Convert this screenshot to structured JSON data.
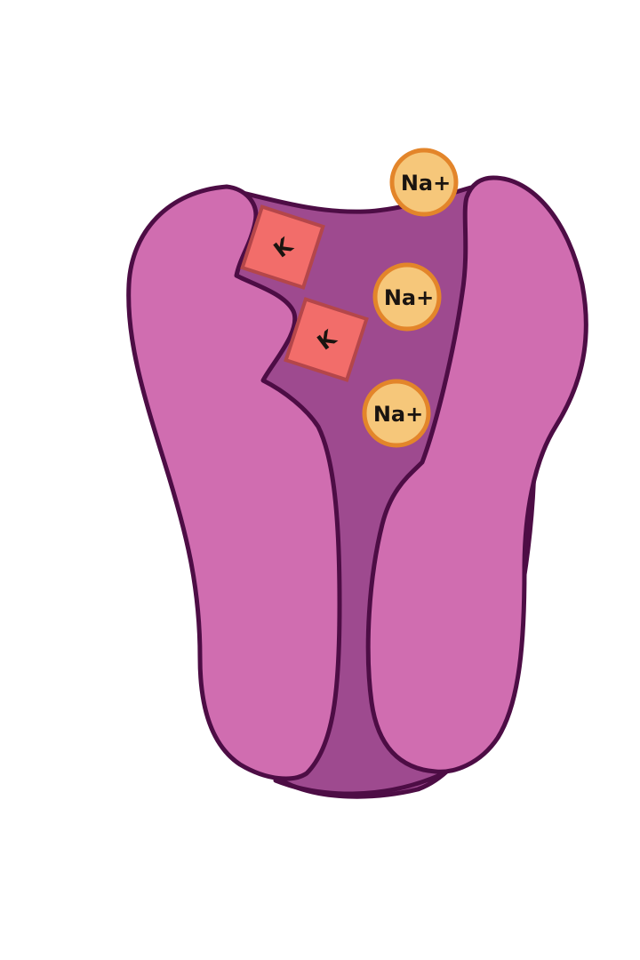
{
  "colors": {
    "background": "#ffffff",
    "outline": "#4d0d45",
    "lobe": "#d06db0",
    "channel": "#9e4a8f",
    "sodium_fill": "#f6c77a",
    "sodium_ring": "#e3852a",
    "potassium_fill": "#f26d6a",
    "potassium_edge": "#b4464a",
    "label": "#1a1410"
  },
  "ions": {
    "sodium": [
      {
        "label": "Na+"
      },
      {
        "label": "Na+"
      },
      {
        "label": "Na+"
      }
    ],
    "potassium": [
      {
        "label": "K"
      },
      {
        "label": "K"
      }
    ]
  }
}
